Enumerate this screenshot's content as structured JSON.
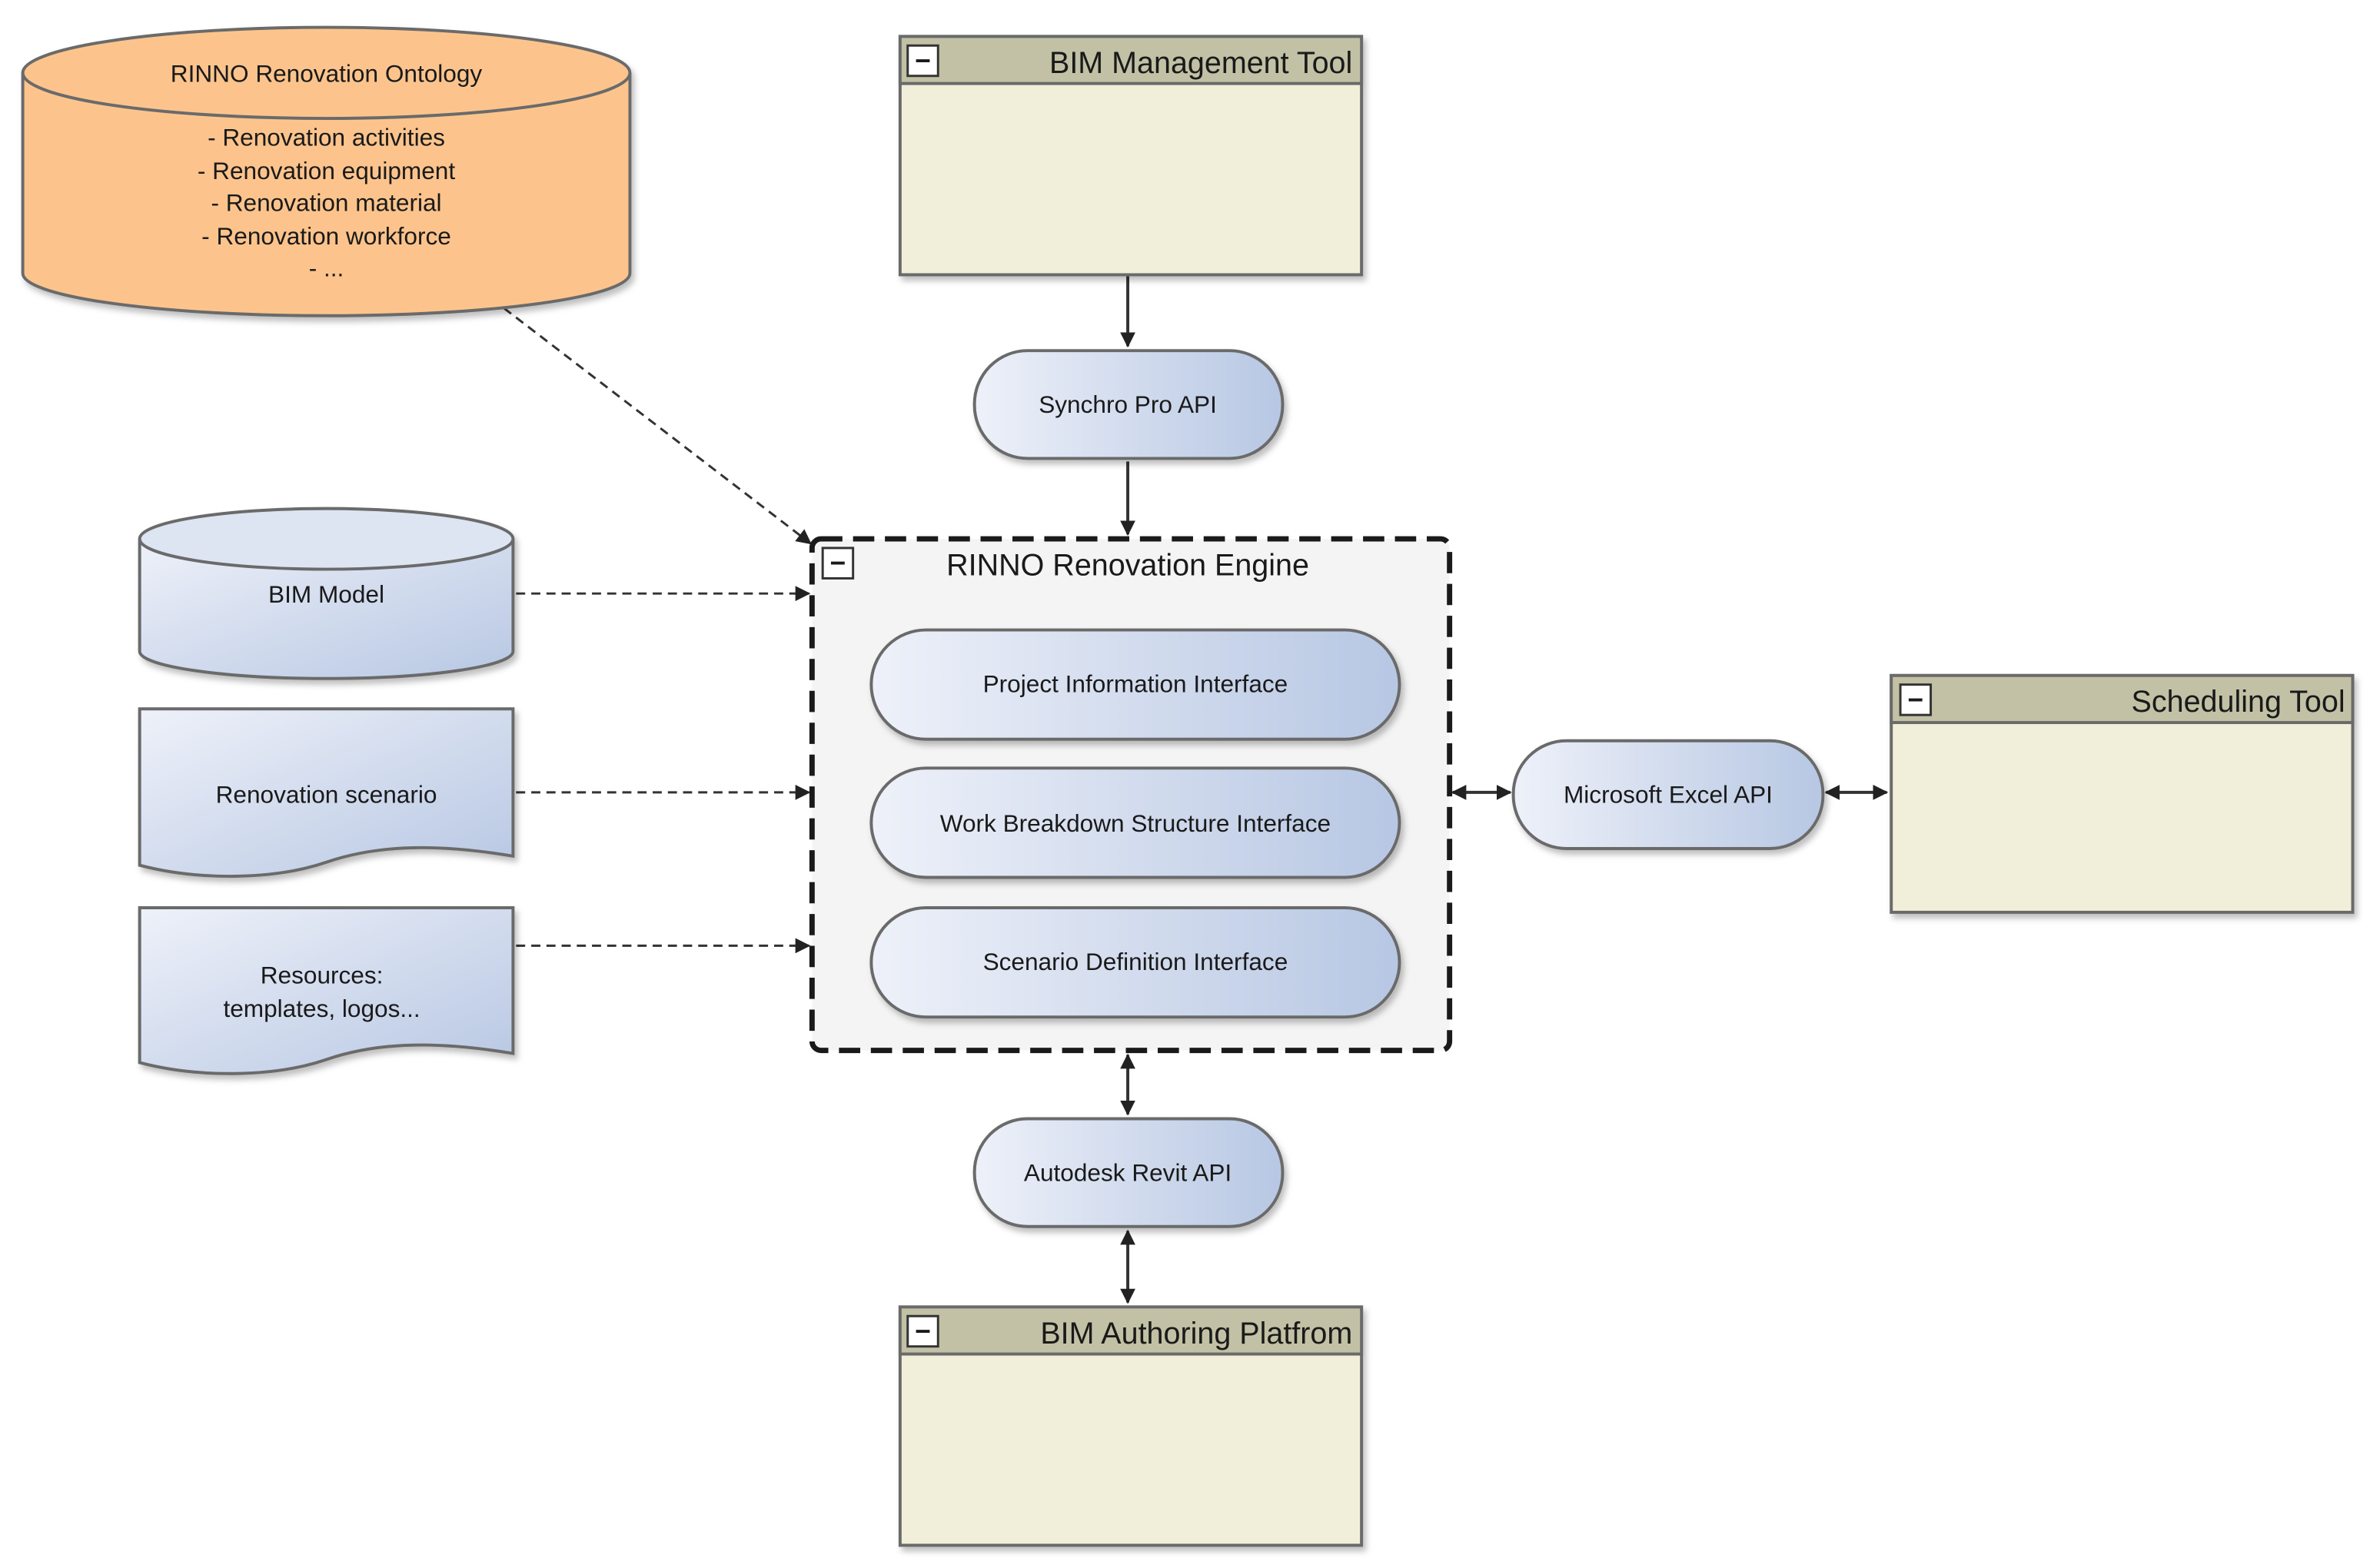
{
  "ontology": {
    "title": "RINNO Renovation Ontology",
    "items": [
      "- Renovation activities",
      "- Renovation equipment",
      "- Renovation material",
      "- Renovation workforce",
      "- ..."
    ]
  },
  "bim_management_tool": {
    "title": "BIM Management Tool",
    "collapse_glyph": "−"
  },
  "synchro_api": {
    "label": "Synchro Pro API"
  },
  "engine": {
    "title": "RINNO Renovation Engine",
    "collapse_glyph": "−",
    "interfaces": [
      "Project Information Interface",
      "Work Breakdown Structure Interface",
      "Scenario Definition Interface"
    ]
  },
  "bim_model": {
    "label": "BIM Model"
  },
  "renovation_scenario": {
    "label": "Renovation scenario"
  },
  "resources": {
    "lines": [
      "Resources:",
      "templates, logos..."
    ]
  },
  "excel_api": {
    "label": "Microsoft Excel API"
  },
  "scheduling_tool": {
    "title": "Scheduling Tool",
    "collapse_glyph": "−"
  },
  "revit_api": {
    "label": "Autodesk Revit API"
  },
  "bim_authoring": {
    "title": "BIM Authoring Platfrom",
    "collapse_glyph": "−"
  },
  "colors": {
    "orange_fill": "#fcc48c",
    "blue_light": "#eef1f9",
    "blue_dark": "#b7c7e3",
    "tool_body": "#f1efd9",
    "tool_header": "#c2c1a5",
    "engine_bg": "#f4f4f4"
  },
  "icons": {
    "collapse_button": "minus-box-icon",
    "arrowhead": "arrowhead-icon"
  }
}
